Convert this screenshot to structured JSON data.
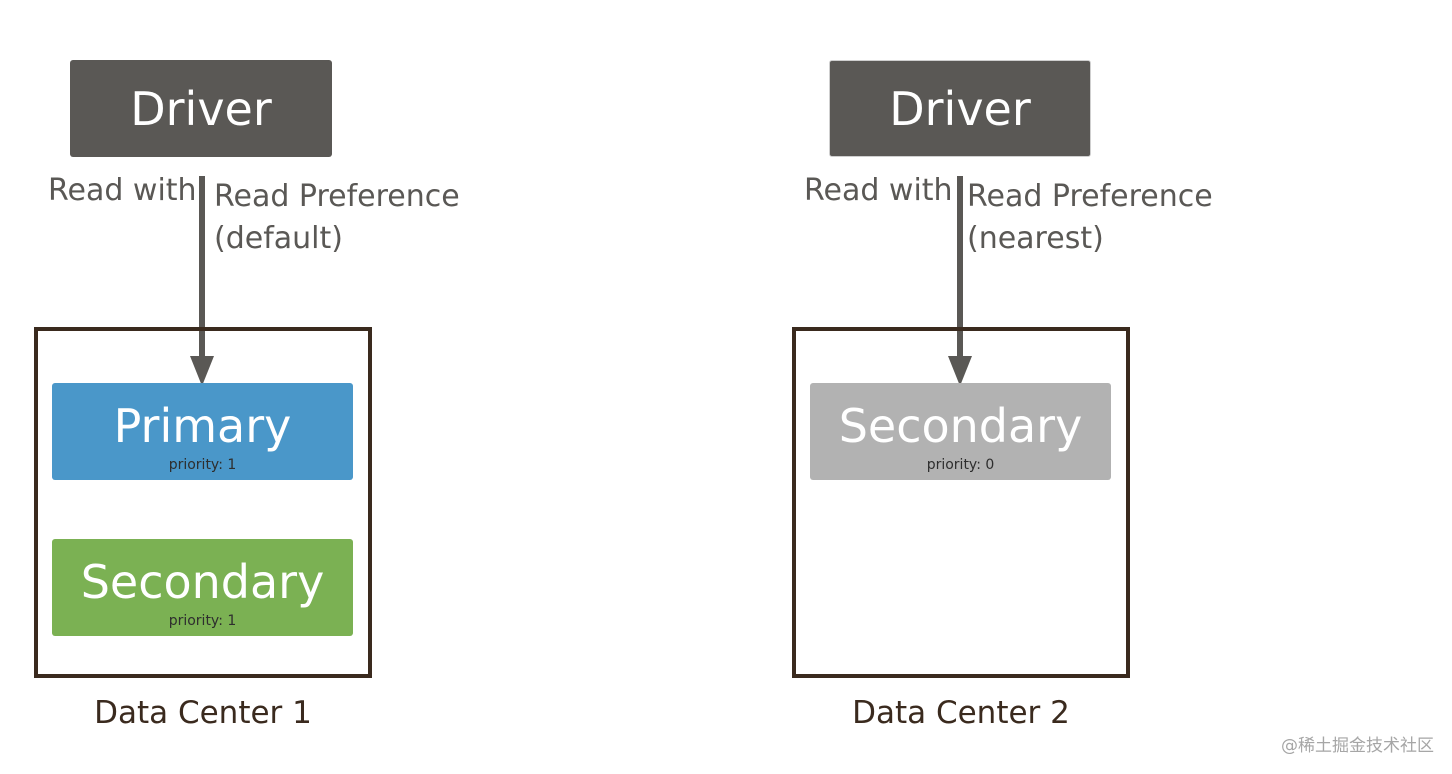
{
  "colors": {
    "driver_bg": "#5a5855",
    "arrow": "#5a5855",
    "text_gray": "#5a5855",
    "dc_border": "#3a2a1e",
    "primary_bg": "#4a97c9",
    "secondary_green_bg": "#7bb153",
    "secondary_gray_bg": "#b2b2b2"
  },
  "panels": {
    "left": {
      "driver_label": "Driver",
      "read_with": "Read with",
      "read_pref_line1": "Read Preference",
      "read_pref_line2": "(default)",
      "nodes": [
        {
          "name": "Primary",
          "priority": "priority: 1",
          "role": "primary"
        },
        {
          "name": "Secondary",
          "priority": "priority: 1",
          "role": "secondary"
        }
      ],
      "data_center_label": "Data Center 1"
    },
    "right": {
      "driver_label": "Driver",
      "read_with": "Read with",
      "read_pref_line1": "Read Preference",
      "read_pref_line2": "(nearest)",
      "nodes": [
        {
          "name": "Secondary",
          "priority": "priority: 0",
          "role": "secondary"
        }
      ],
      "data_center_label": "Data Center 2"
    }
  },
  "watermark": "@稀土掘金技术社区"
}
